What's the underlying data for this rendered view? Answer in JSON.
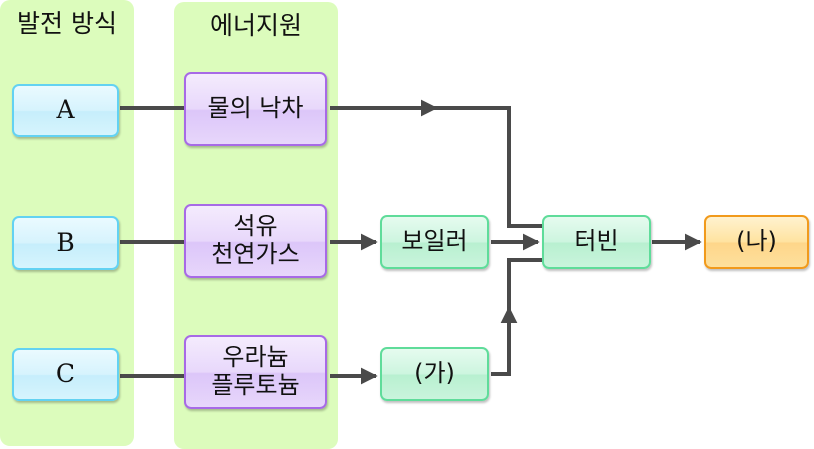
{
  "columns": {
    "method_title": "발전 방식",
    "energy_title": "에너지원"
  },
  "methods": [
    {
      "label": "A"
    },
    {
      "label": "B"
    },
    {
      "label": "C"
    }
  ],
  "energy_sources": [
    {
      "lines": [
        "물의 낙차"
      ]
    },
    {
      "lines": [
        "석유",
        "천연가스"
      ]
    },
    {
      "lines": [
        "우라늄",
        "플루토늄"
      ]
    }
  ],
  "process": {
    "boiler": "보일러",
    "unknown_ga": "(가)",
    "turbine": "터빈",
    "unknown_na": "(나)"
  },
  "colors": {
    "panel_bg": "#dcfcbc",
    "method_border": "#63d2f2",
    "energy_border": "#a76ae6",
    "process_border": "#5fdc9a",
    "output_border": "#f19a1c",
    "connector": "#4a4a4a"
  }
}
